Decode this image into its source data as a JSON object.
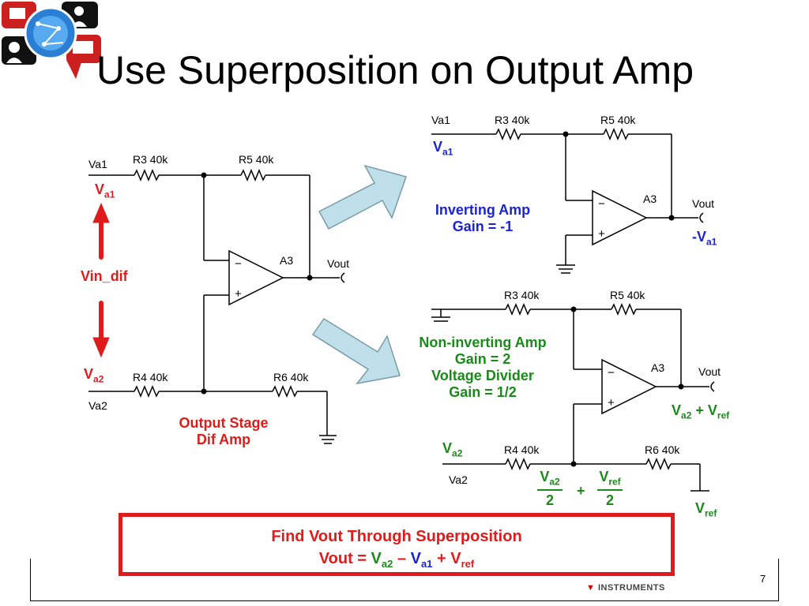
{
  "slide": {
    "title": "Use Superposition on Output Amp",
    "page_number": "7",
    "logo_text": "INSTRUMENTS"
  },
  "left_circuit": {
    "va1": "Va1",
    "va2": "Va2",
    "r3": "R3 40k",
    "r5": "R5 40k",
    "r4": "R4 40k",
    "r6": "R6 40k",
    "amp": "A3",
    "vout": "Vout",
    "minus": "−",
    "plus": "+",
    "va1_red_main": "V",
    "va1_red_sub": "a1",
    "vin_dif": "Vin_dif",
    "va2_red_main": "V",
    "va2_red_sub": "a2",
    "caption_line1": "Output Stage",
    "caption_line2": "Dif Amp"
  },
  "inverting_circuit": {
    "va1": "Va1",
    "r3": "R3 40k",
    "r5": "R5 40k",
    "amp": "A3",
    "vout": "Vout",
    "minus": "−",
    "plus": "+",
    "input_main": "V",
    "input_sub": "a1",
    "caption_line1": "Inverting Amp",
    "caption_line2": "Gain = -1",
    "output_main": "-V",
    "output_sub": "a1"
  },
  "noninverting_circuit": {
    "r3": "R3 40k",
    "r5": "R5 40k",
    "r4": "R4 40k",
    "r6": "R6 40k",
    "va2": "Va2",
    "amp": "A3",
    "vout": "Vout",
    "minus": "−",
    "plus": "+",
    "caption_line1": "Non-inverting Amp",
    "caption_line2": "Gain = 2",
    "caption_line3": "Voltage Divider",
    "caption_line4": "Gain = 1/2",
    "input_main": "V",
    "input_sub": "a2",
    "output_main1": "V",
    "output_sub1": "a2",
    "output_plus": " + V",
    "output_sub2": "ref",
    "frac1_num_main": "V",
    "frac1_num_sub": "a2",
    "frac1_den": "2",
    "frac_plus": "+",
    "frac2_num_main": "V",
    "frac2_num_sub": "ref",
    "frac2_den": "2",
    "vref_main": "V",
    "vref_sub": "ref"
  },
  "find_box": {
    "line1": "Find Vout Through Superposition",
    "line2_prefix": "Vout = ",
    "line2_va2_main": "V",
    "line2_va2_sub": "a2",
    "line2_minus": " – ",
    "line2_va1_main": "V",
    "line2_va1_sub": "a1",
    "line2_plus": " + V",
    "line2_vref_sub": "ref"
  },
  "colors": {
    "red": "#e01b1b",
    "blue": "#1a24d6",
    "green": "#1a8a1a",
    "arrow_fill": "#bfe0ea",
    "arrow_stroke": "#7a9aa8"
  }
}
